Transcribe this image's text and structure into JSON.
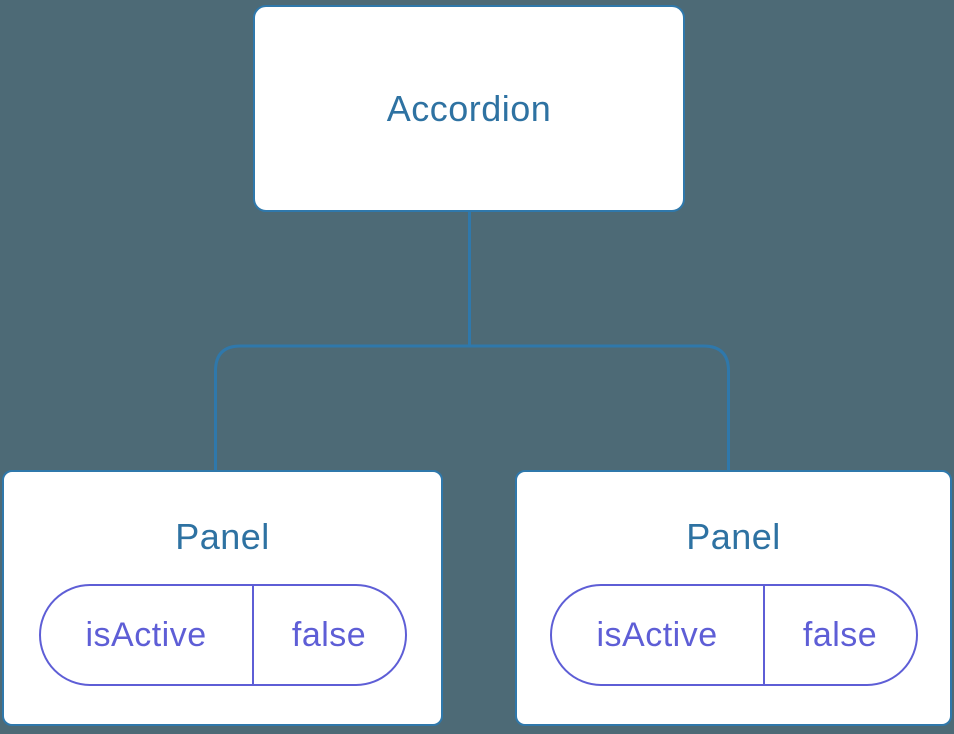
{
  "colors": {
    "background": "#4d6a76",
    "node_fill": "#ffffff",
    "node_border": "#2f78ab",
    "node_label": "#2e72a2",
    "connector_line": "#2f78ab",
    "state_pill": "#5e5ed6"
  },
  "tree": {
    "root": {
      "label": "Accordion"
    },
    "children": [
      {
        "label": "Panel",
        "state": {
          "key": "isActive",
          "value": "false"
        }
      },
      {
        "label": "Panel",
        "state": {
          "key": "isActive",
          "value": "false"
        }
      }
    ]
  }
}
